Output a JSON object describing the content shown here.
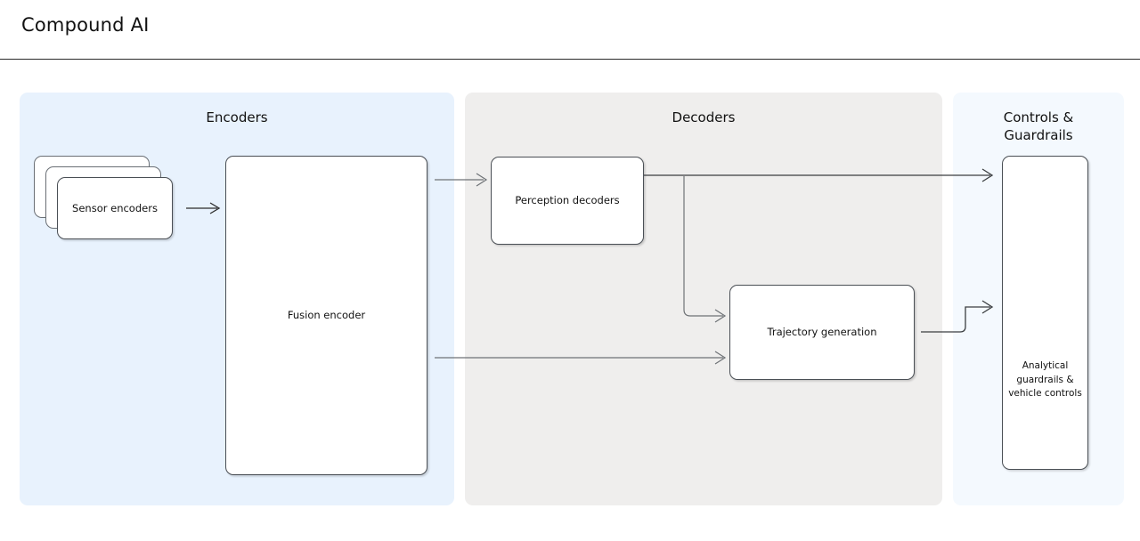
{
  "header": {
    "title": "Compound AI"
  },
  "panels": [
    {
      "id": "encoders",
      "title": "Encoders",
      "color": "#e8f2fd"
    },
    {
      "id": "decoders",
      "title": "Decoders",
      "color": "#efeeed"
    },
    {
      "id": "controls",
      "title": "Controls &\nGuardrails",
      "color": "#f4f9fe"
    }
  ],
  "nodes": [
    {
      "id": "sensor-encoders",
      "label": "Sensor encoders",
      "stacked": true,
      "panel": "encoders"
    },
    {
      "id": "fusion-encoder",
      "label": "Fusion encoder",
      "stacked": false,
      "panel": "encoders"
    },
    {
      "id": "perception-decoders",
      "label": "Perception decoders",
      "stacked": false,
      "panel": "decoders"
    },
    {
      "id": "trajectory-generation",
      "label": "Trajectory generation",
      "stacked": false,
      "panel": "decoders"
    },
    {
      "id": "analytical-guardrails",
      "label": "Analytical guardrails & vehicle controls",
      "stacked": false,
      "panel": "controls"
    }
  ],
  "edges": [
    {
      "id": "sensor-to-fusion",
      "from": "sensor-encoders",
      "to": "fusion-encoder"
    },
    {
      "id": "fusion-to-perception",
      "from": "fusion-encoder",
      "to": "perception-decoders"
    },
    {
      "id": "fusion-to-trajectory",
      "from": "fusion-encoder",
      "to": "trajectory-generation"
    },
    {
      "id": "perception-to-guardrails",
      "from": "perception-decoders",
      "to": "analytical-guardrails"
    },
    {
      "id": "perception-to-trajectory",
      "from": "perception-decoders",
      "to": "trajectory-generation"
    },
    {
      "id": "trajectory-to-guardrails",
      "from": "trajectory-generation",
      "to": "analytical-guardrails"
    }
  ],
  "style": {
    "connector_color": "#6e7276",
    "connector_color_dark": "#3a3d40",
    "node_border": "#4a4f55",
    "rule_color": "#2b2b2b"
  }
}
